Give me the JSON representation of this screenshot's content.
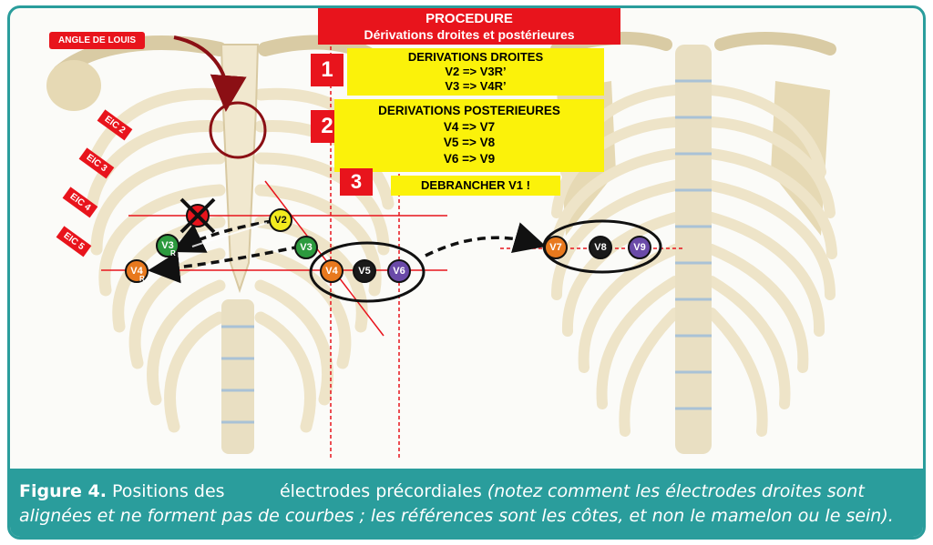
{
  "procedure": {
    "title": "PROCEDURE",
    "subtitle": "Dérivations droites et postérieures",
    "steps": [
      {
        "number": "1",
        "title": "DERIVATIONS DROITES",
        "lines": [
          "V2 => V3R’",
          "V3 => V4R’"
        ]
      },
      {
        "number": "2",
        "title": "DERIVATIONS POSTERIEURES",
        "lines": [
          "V4 => V7",
          "V5 => V8",
          "V6 => V9"
        ]
      },
      {
        "number": "3",
        "title": "DEBRANCHER V1 !",
        "lines": []
      }
    ]
  },
  "labels": {
    "angle_de_louis": "ANGLE DE LOUIS",
    "eic": [
      "EIC 2",
      "EIC 3",
      "EIC 4",
      "EIC 5"
    ]
  },
  "electrodes": {
    "front": [
      {
        "id": "V1",
        "label": "",
        "color": "#e8141c",
        "crossed": true
      },
      {
        "id": "V2",
        "label": "V2",
        "color": "#f3ea1e"
      },
      {
        "id": "V3",
        "label": "V3",
        "color": "#2c9a3e"
      },
      {
        "id": "V3R",
        "label": "V3",
        "sub": "R",
        "color": "#2c9a3e"
      },
      {
        "id": "V4R",
        "label": "V4",
        "sub": "R",
        "color": "#e8791e"
      },
      {
        "id": "V4",
        "label": "V4",
        "color": "#e8791e"
      },
      {
        "id": "V5",
        "label": "V5",
        "color": "#1a1a1a"
      },
      {
        "id": "V6",
        "label": "V6",
        "color": "#6a4aa8"
      }
    ],
    "back": [
      {
        "id": "V7",
        "label": "V7",
        "color": "#e8791e"
      },
      {
        "id": "V8",
        "label": "V8",
        "color": "#1a1a1a"
      },
      {
        "id": "V9",
        "label": "V9",
        "color": "#6a4aa8"
      }
    ]
  },
  "caption": {
    "figure": "Figure 4.",
    "text_normal": " Positions des          électrodes précordiales ",
    "text_italic": "(notez comment les électrodes droites sont alignées et ne forment pas de courbes ; les références sont les côtes, et non le mamelon ou le sein)."
  },
  "colors": {
    "accent_red": "#e8141c",
    "highlight_yellow": "#fbf20a",
    "teal": "#2a9d9c",
    "bone": "#eee4c8"
  }
}
